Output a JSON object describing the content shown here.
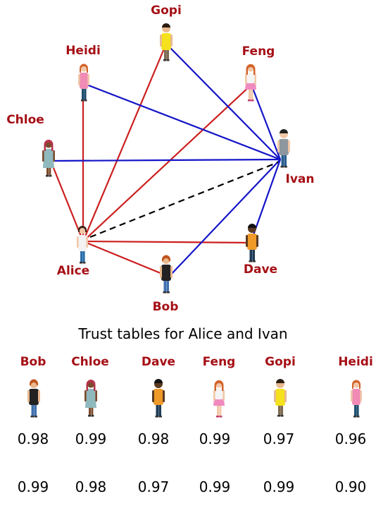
{
  "colors": {
    "label": "#a50f15",
    "alice_edge": "#cc1f1f",
    "ivan_edge": "#1414c8",
    "alice_ivan_edge": "#000000"
  },
  "people": {
    "gopi": {
      "name": "Gopi",
      "icon": "person-yellow-shirt-icon"
    },
    "heidi": {
      "name": "Heidi",
      "icon": "person-pink-shirt-icon"
    },
    "feng": {
      "name": "Feng",
      "icon": "person-white-top-pink-skirt-icon"
    },
    "chloe": {
      "name": "Chloe",
      "icon": "person-teal-dress-icon"
    },
    "ivan": {
      "name": "Ivan",
      "icon": "person-gray-shirt-icon"
    },
    "dave": {
      "name": "Dave",
      "icon": "person-orange-shirt-icon"
    },
    "alice": {
      "name": "Alice",
      "icon": "person-white-top-icon"
    },
    "bob": {
      "name": "Bob",
      "icon": "person-black-shirt-icon"
    }
  },
  "edges": [
    {
      "from": "alice",
      "to": "gopi",
      "type": "alice"
    },
    {
      "from": "alice",
      "to": "heidi",
      "type": "alice"
    },
    {
      "from": "alice",
      "to": "feng",
      "type": "alice"
    },
    {
      "from": "alice",
      "to": "chloe",
      "type": "alice"
    },
    {
      "from": "alice",
      "to": "dave",
      "type": "alice"
    },
    {
      "from": "alice",
      "to": "bob",
      "type": "alice"
    },
    {
      "from": "ivan",
      "to": "gopi",
      "type": "ivan"
    },
    {
      "from": "ivan",
      "to": "heidi",
      "type": "ivan"
    },
    {
      "from": "ivan",
      "to": "feng",
      "type": "ivan"
    },
    {
      "from": "ivan",
      "to": "chloe",
      "type": "ivan"
    },
    {
      "from": "ivan",
      "to": "dave",
      "type": "ivan"
    },
    {
      "from": "ivan",
      "to": "bob",
      "type": "ivan"
    },
    {
      "from": "alice",
      "to": "ivan",
      "type": "dashed"
    }
  ],
  "trust_table": {
    "title": "Trust tables for Alice and Ivan",
    "columns": [
      "Bob",
      "Chloe",
      "Dave",
      "Feng",
      "Gopi",
      "Heidi"
    ],
    "row1": [
      "0.98",
      "0.99",
      "0.98",
      "0.99",
      "0.97",
      "0.96"
    ],
    "row2": [
      "0.99",
      "0.98",
      "0.97",
      "0.99",
      "0.99",
      "0.90"
    ]
  }
}
